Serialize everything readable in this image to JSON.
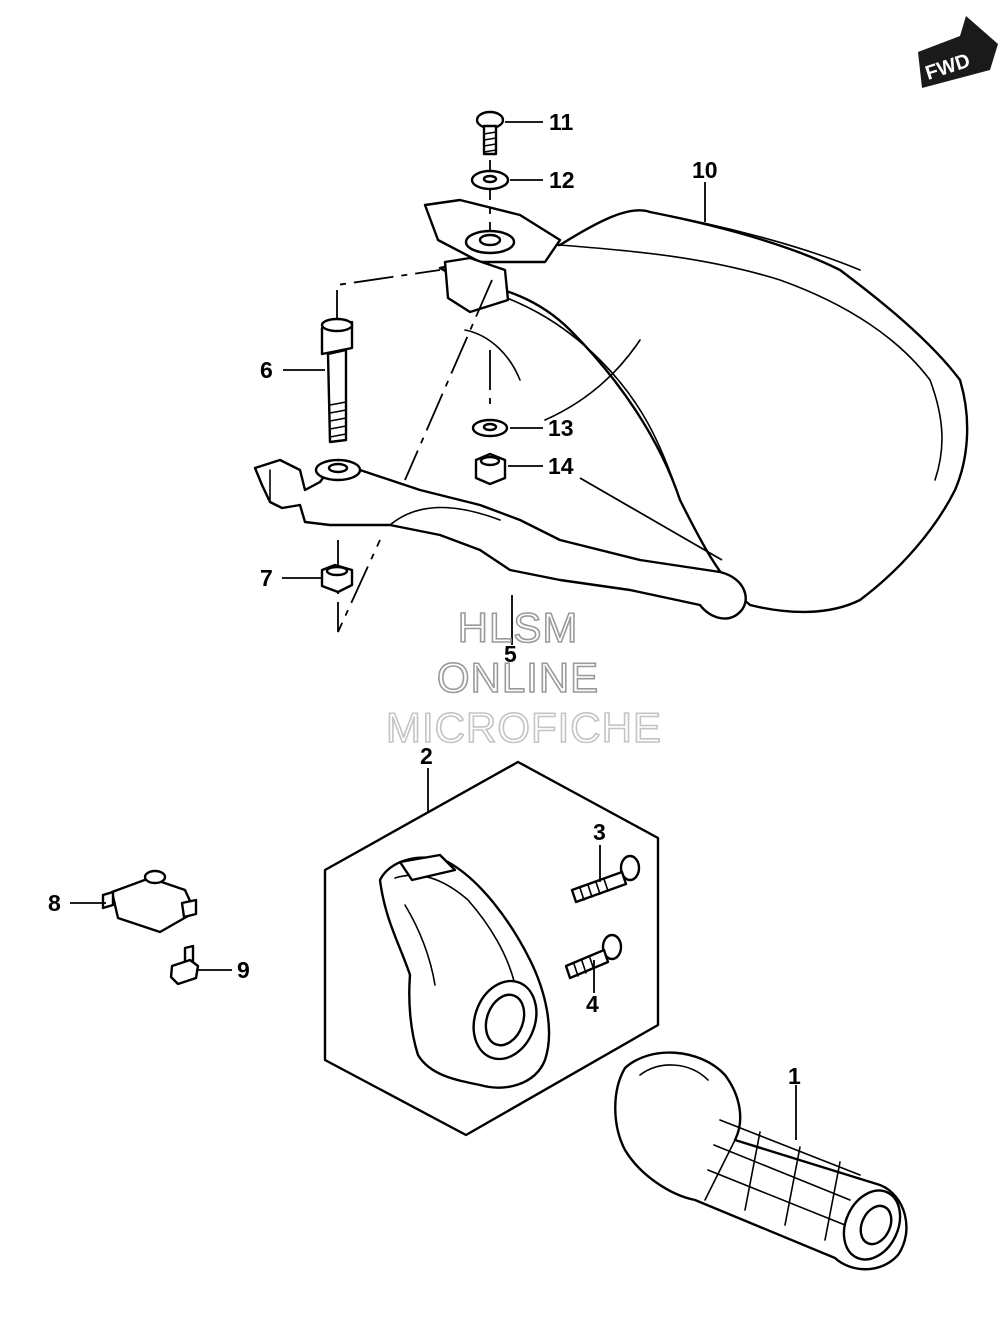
{
  "fwd_badge": {
    "label": "FWD"
  },
  "watermark": {
    "line1": "HLSM",
    "line2": "ONLINE",
    "line3": "MICROFICHE"
  },
  "callouts": {
    "c1": "1",
    "c2": "2",
    "c3": "3",
    "c4": "4",
    "c5": "5",
    "c6": "6",
    "c7": "7",
    "c8": "8",
    "c9": "9",
    "c10": "10",
    "c11": "11",
    "c12": "12",
    "c13": "13",
    "c14": "14"
  }
}
